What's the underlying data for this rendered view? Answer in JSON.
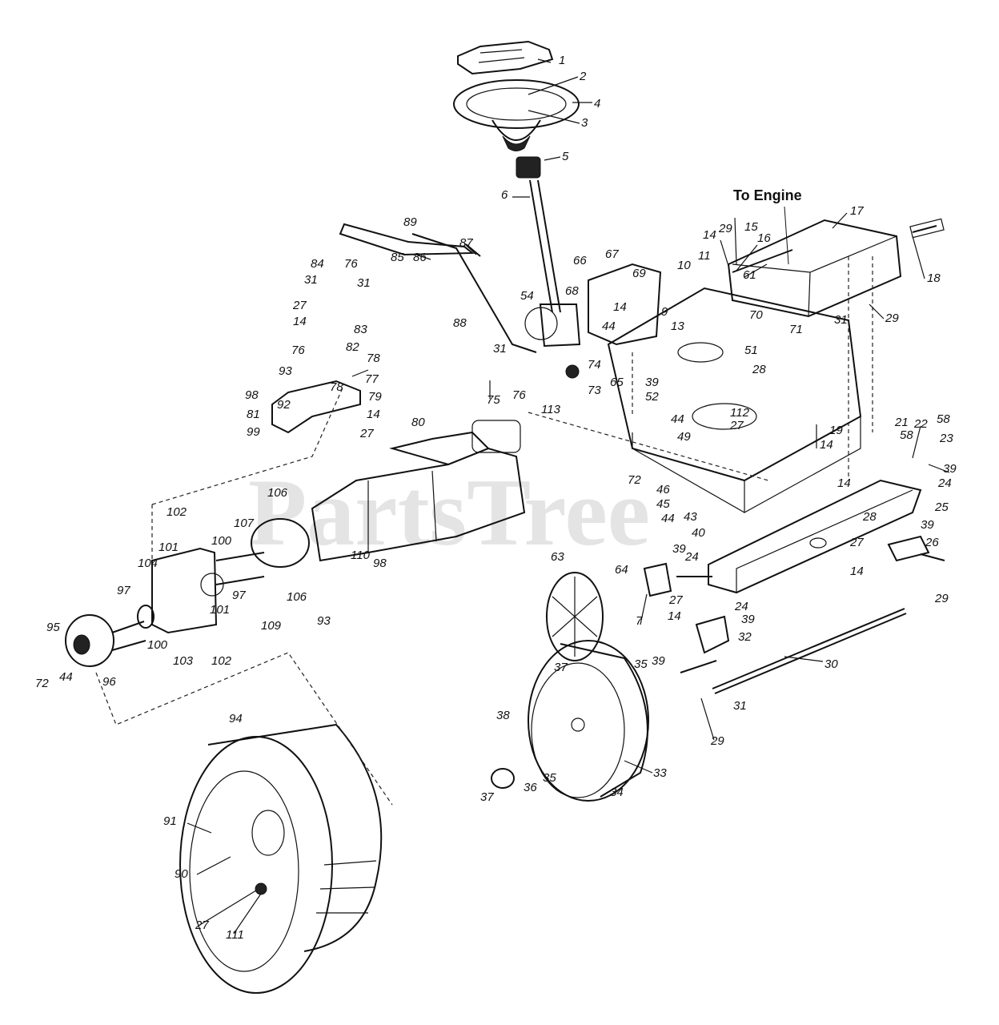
{
  "watermark": "PartsTree",
  "heading": "To Engine",
  "callouts": [
    {
      "id": "c1",
      "text": "1"
    },
    {
      "id": "c2",
      "text": "2"
    },
    {
      "id": "c4",
      "text": "4"
    },
    {
      "id": "c3",
      "text": "3"
    },
    {
      "id": "c5",
      "text": "5"
    },
    {
      "id": "c6",
      "text": "6"
    },
    {
      "id": "c17",
      "text": "17"
    },
    {
      "id": "c14a",
      "text": "14"
    },
    {
      "id": "c29a",
      "text": "29"
    },
    {
      "id": "c15",
      "text": "15"
    },
    {
      "id": "c16",
      "text": "16"
    },
    {
      "id": "c61",
      "text": "61"
    },
    {
      "id": "c18",
      "text": "18"
    },
    {
      "id": "c31a",
      "text": "31"
    },
    {
      "id": "c29b",
      "text": "29"
    },
    {
      "id": "c10",
      "text": "10"
    },
    {
      "id": "c11",
      "text": "11"
    },
    {
      "id": "c9",
      "text": "9"
    },
    {
      "id": "c13",
      "text": "13"
    },
    {
      "id": "c70",
      "text": "70"
    },
    {
      "id": "c71",
      "text": "71"
    },
    {
      "id": "c51",
      "text": "51"
    },
    {
      "id": "c28a",
      "text": "28"
    },
    {
      "id": "c66",
      "text": "66"
    },
    {
      "id": "c67",
      "text": "67"
    },
    {
      "id": "c69",
      "text": "69"
    },
    {
      "id": "c68",
      "text": "68"
    },
    {
      "id": "c14b",
      "text": "14"
    },
    {
      "id": "c44a",
      "text": "44"
    },
    {
      "id": "c65",
      "text": "65"
    },
    {
      "id": "c39a",
      "text": "39"
    },
    {
      "id": "c52",
      "text": "52"
    },
    {
      "id": "c54",
      "text": "54"
    },
    {
      "id": "c74",
      "text": "74"
    },
    {
      "id": "c73",
      "text": "73"
    },
    {
      "id": "c89",
      "text": "89"
    },
    {
      "id": "c87",
      "text": "87"
    },
    {
      "id": "c84",
      "text": "84"
    },
    {
      "id": "c76a",
      "text": "76"
    },
    {
      "id": "c85",
      "text": "85"
    },
    {
      "id": "c86",
      "text": "86"
    },
    {
      "id": "c31b",
      "text": "31"
    },
    {
      "id": "c31c",
      "text": "31"
    },
    {
      "id": "c27a",
      "text": "27"
    },
    {
      "id": "c14c",
      "text": "14"
    },
    {
      "id": "c83",
      "text": "83"
    },
    {
      "id": "c88",
      "text": "88"
    },
    {
      "id": "c31d",
      "text": "31"
    },
    {
      "id": "c75",
      "text": "75"
    },
    {
      "id": "c76b",
      "text": "76"
    },
    {
      "id": "c113",
      "text": "113"
    },
    {
      "id": "c76c",
      "text": "76"
    },
    {
      "id": "c82",
      "text": "82"
    },
    {
      "id": "c78a",
      "text": "78"
    },
    {
      "id": "c77",
      "text": "77"
    },
    {
      "id": "c93a",
      "text": "93"
    },
    {
      "id": "c78b",
      "text": "78"
    },
    {
      "id": "c79",
      "text": "79"
    },
    {
      "id": "c92",
      "text": "92"
    },
    {
      "id": "c98a",
      "text": "98"
    },
    {
      "id": "c81",
      "text": "81"
    },
    {
      "id": "c14d",
      "text": "14"
    },
    {
      "id": "c99",
      "text": "99"
    },
    {
      "id": "c27b",
      "text": "27"
    },
    {
      "id": "c80",
      "text": "80"
    },
    {
      "id": "c44b",
      "text": "44"
    },
    {
      "id": "c112",
      "text": "112"
    },
    {
      "id": "c27c",
      "text": "27"
    },
    {
      "id": "c49",
      "text": "49"
    },
    {
      "id": "c19",
      "text": "19"
    },
    {
      "id": "c14e",
      "text": "14"
    },
    {
      "id": "c21",
      "text": "21"
    },
    {
      "id": "c58a",
      "text": "58"
    },
    {
      "id": "c22",
      "text": "22"
    },
    {
      "id": "c58b",
      "text": "58"
    },
    {
      "id": "c23",
      "text": "23"
    },
    {
      "id": "c39b",
      "text": "39"
    },
    {
      "id": "c14f",
      "text": "14"
    },
    {
      "id": "c24a",
      "text": "24"
    },
    {
      "id": "c25",
      "text": "25"
    },
    {
      "id": "c28b",
      "text": "28"
    },
    {
      "id": "c72a",
      "text": "72"
    },
    {
      "id": "c46",
      "text": "46"
    },
    {
      "id": "c45",
      "text": "45"
    },
    {
      "id": "c44c",
      "text": "44"
    },
    {
      "id": "c43",
      "text": "43"
    },
    {
      "id": "c40",
      "text": "40"
    },
    {
      "id": "c39c",
      "text": "39"
    },
    {
      "id": "c24b",
      "text": "24"
    },
    {
      "id": "c27d",
      "text": "27"
    },
    {
      "id": "c14g",
      "text": "14"
    },
    {
      "id": "c39d",
      "text": "39"
    },
    {
      "id": "c26",
      "text": "26"
    },
    {
      "id": "c106a",
      "text": "106"
    },
    {
      "id": "c102a",
      "text": "102"
    },
    {
      "id": "c107",
      "text": "107"
    },
    {
      "id": "c101a",
      "text": "101"
    },
    {
      "id": "c100a",
      "text": "100"
    },
    {
      "id": "c104",
      "text": "104"
    },
    {
      "id": "c110",
      "text": "110"
    },
    {
      "id": "c98b",
      "text": "98"
    },
    {
      "id": "c97a",
      "text": "97"
    },
    {
      "id": "c97b",
      "text": "97"
    },
    {
      "id": "c101b",
      "text": "101"
    },
    {
      "id": "c106b",
      "text": "106"
    },
    {
      "id": "c109",
      "text": "109"
    },
    {
      "id": "c93b",
      "text": "93"
    },
    {
      "id": "c100b",
      "text": "100"
    },
    {
      "id": "c103",
      "text": "103"
    },
    {
      "id": "c102b",
      "text": "102"
    },
    {
      "id": "c95",
      "text": "95"
    },
    {
      "id": "c72b",
      "text": "72"
    },
    {
      "id": "c44d",
      "text": "44"
    },
    {
      "id": "c96",
      "text": "96"
    },
    {
      "id": "c63",
      "text": "63"
    },
    {
      "id": "c64",
      "text": "64"
    },
    {
      "id": "c7",
      "text": "7"
    },
    {
      "id": "c37a",
      "text": "37"
    },
    {
      "id": "c27e",
      "text": "27"
    },
    {
      "id": "c14h",
      "text": "14"
    },
    {
      "id": "c24c",
      "text": "24"
    },
    {
      "id": "c39e",
      "text": "39"
    },
    {
      "id": "c32",
      "text": "32"
    },
    {
      "id": "c29c",
      "text": "29"
    },
    {
      "id": "c30",
      "text": "30"
    },
    {
      "id": "c35a",
      "text": "35"
    },
    {
      "id": "c39f",
      "text": "39"
    },
    {
      "id": "c29d",
      "text": "29"
    },
    {
      "id": "c31e",
      "text": "31"
    },
    {
      "id": "c38",
      "text": "38"
    },
    {
      "id": "c33",
      "text": "33"
    },
    {
      "id": "c37b",
      "text": "37"
    },
    {
      "id": "c36",
      "text": "36"
    },
    {
      "id": "c35b",
      "text": "35"
    },
    {
      "id": "c34",
      "text": "34"
    },
    {
      "id": "c94",
      "text": "94"
    },
    {
      "id": "c91",
      "text": "91"
    },
    {
      "id": "c90",
      "text": "90"
    },
    {
      "id": "c27f",
      "text": "27"
    },
    {
      "id": "c111",
      "text": "111"
    }
  ]
}
